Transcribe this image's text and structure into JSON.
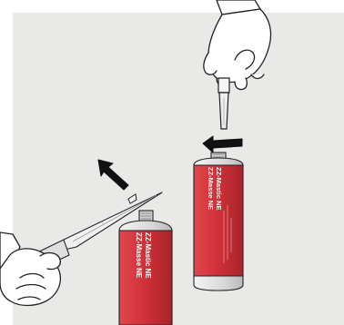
{
  "cartridges": [
    {
      "label_line1": "ZZ-Masse NE",
      "label_line2": "ZZ-Mastic NE"
    },
    {
      "label_line1": "ZZ-Masse NE",
      "label_line2": "ZZ-Mastic NE"
    }
  ],
  "colors": {
    "background": "#e9e9e8",
    "cartridge_red": "#cf3038",
    "outline": "#222222",
    "arrow": "#111111"
  },
  "icons": [
    "hand-with-nozzle",
    "hand-with-knife",
    "utility-knife",
    "arrow-up-left",
    "arrow-left"
  ]
}
